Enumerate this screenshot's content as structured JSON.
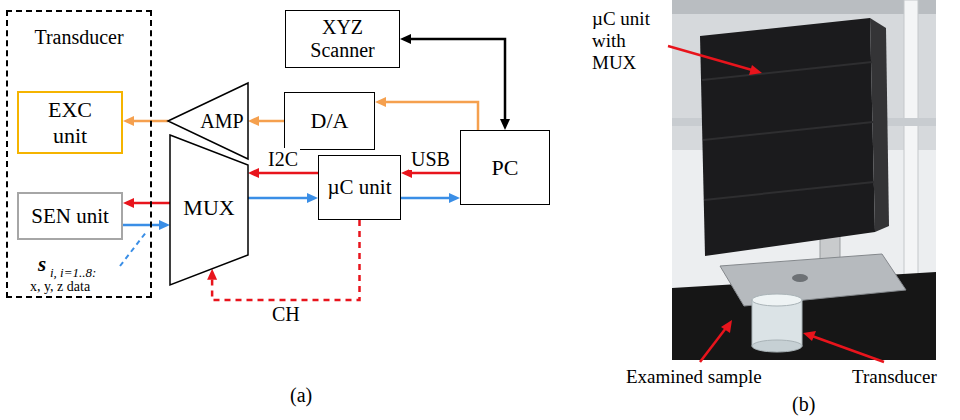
{
  "diagram": {
    "nodes": [
      {
        "text": [
          "Transducer"
        ]
      },
      {
        "text": [
          "EXC unit"
        ],
        "in": 0
      },
      {
        "text": [
          "SEN unit"
        ],
        "in": 0
      },
      {
        "text": [
          "AMP"
        ]
      },
      {
        "text": [
          "D/A"
        ]
      },
      {
        "text": [
          "XYZ Scanner"
        ]
      },
      {
        "text": [
          "MUX"
        ]
      },
      {
        "text": [
          "µC unit"
        ]
      },
      {
        "text": [
          "PC"
        ]
      }
    ],
    "edges": [
      {
        "from": 4,
        "to": 3,
        "arrow": "to"
      },
      {
        "from": 3,
        "to": 1,
        "arrow": "to"
      },
      {
        "from": 8,
        "to": 4,
        "arrow": "to"
      },
      {
        "from": 8,
        "to": 5,
        "arrow": "both"
      },
      {
        "from": 8,
        "to": 7,
        "label": "USB",
        "arrow": "to"
      },
      {
        "from": 7,
        "to": 8,
        "arrow": "to"
      },
      {
        "from": 7,
        "to": 6,
        "label": "I2C",
        "arrow": "to"
      },
      {
        "from": 6,
        "to": 7,
        "arrow": "to"
      },
      {
        "from": 6,
        "to": 2,
        "arrow": "to"
      },
      {
        "from": 2,
        "to": 6,
        "arrow": "to"
      },
      {
        "from": 7,
        "to": 6,
        "label": "CH",
        "arrow": "to"
      }
    ],
    "labels": [
      "s",
      "i, i=1..8:",
      "x, y, z data",
      "(a)",
      "µC unit with MUX",
      "Examined sample",
      "Transducer",
      "(b)"
    ]
  }
}
